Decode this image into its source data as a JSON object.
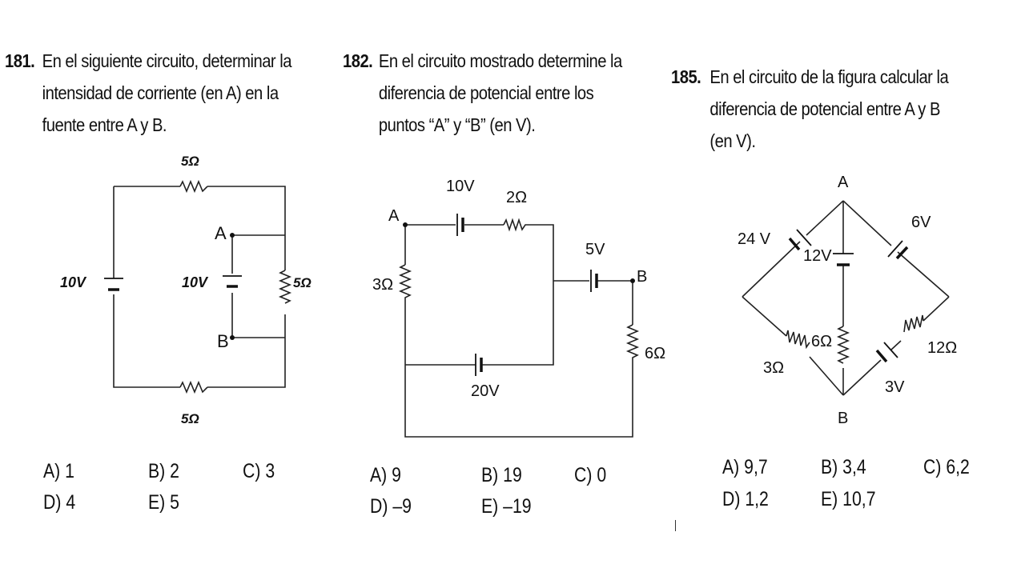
{
  "p181": {
    "number": "181.",
    "lines": [
      "En el siguiente circuito, determinar la",
      "intensidad de corriente (en A) en la",
      "fuente entre A y B."
    ],
    "circuit": {
      "r_top": "5Ω",
      "r_right": "5Ω",
      "r_bottom": "5Ω",
      "v_left": "10V",
      "v_mid": "10V",
      "node_a": "A",
      "node_b": "B"
    },
    "options": [
      "A) 1",
      "B) 2",
      "C) 3",
      "D) 4",
      "E) 5"
    ]
  },
  "p182": {
    "number": "182.",
    "lines": [
      "En el circuito mostrado determine la",
      "diferencia de potencial entre los",
      "puntos “A” y “B” (en V)."
    ],
    "circuit": {
      "v_top": "10V",
      "r_top": "2Ω",
      "v_right": "5V",
      "r_left": "3Ω",
      "r_right": "6Ω",
      "v_bottom": "20V",
      "node_a": "A",
      "node_b": "B"
    },
    "options": [
      "A)  9",
      "B)  19",
      "C) 0",
      "D) –9",
      "E) –19"
    ]
  },
  "p185": {
    "number": "185.",
    "lines": [
      "En el circuito de la figura calcular la",
      "diferencia de potencial entre A y B",
      "(en V)."
    ],
    "circuit": {
      "node_a": "A",
      "node_b": "B",
      "v_ul": "24 V",
      "v_ur": "6V",
      "v_mid": "12V",
      "r_mid": "6Ω",
      "r_ll": "3Ω",
      "r_lr": "12Ω",
      "v_lr": "3V"
    },
    "options": [
      "A) 9,7",
      "B) 3,4",
      "C) 6,2",
      "D) 1,2",
      "E) 10,7"
    ]
  }
}
